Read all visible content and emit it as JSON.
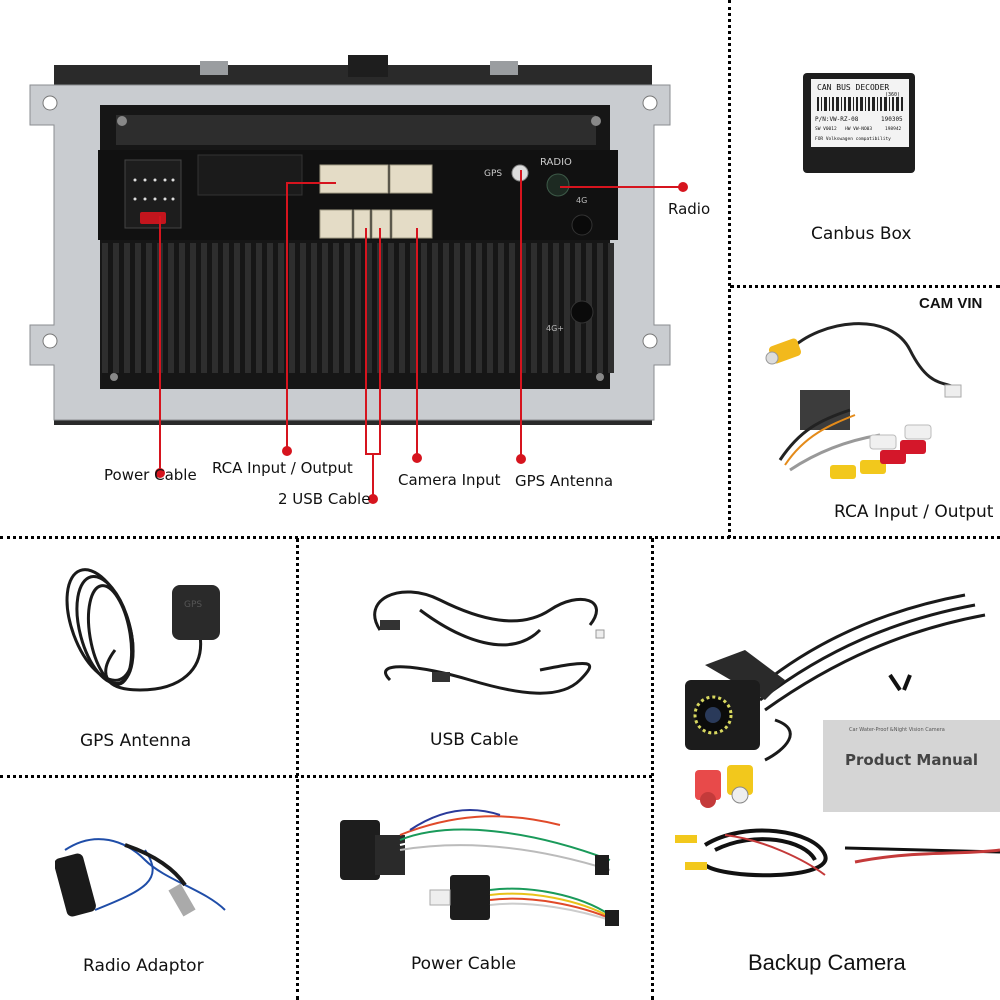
{
  "main_unit": {
    "labels": {
      "gps": "GPS",
      "radio_port": "RADIO",
      "port_4g_top": "4G",
      "port_4g_bottom": "4G+"
    },
    "callouts": [
      {
        "id": "power-cable",
        "label": "Power Cable"
      },
      {
        "id": "rca-io",
        "label": "RCA Input / Output"
      },
      {
        "id": "usb-cable",
        "label": "2 USB Cable"
      },
      {
        "id": "camera-input",
        "label": "Camera Input"
      },
      {
        "id": "gps-antenna",
        "label": "GPS Antenna"
      },
      {
        "id": "radio",
        "label": "Radio"
      }
    ],
    "callout_color": "#d6141e"
  },
  "canbus": {
    "label": "Canbus Box",
    "sticker": {
      "title": "CAN BUS DECODER",
      "subtitle": "(360)",
      "part_number": "P/N:VW-RZ-08",
      "date": "190305",
      "sw": "SW V0012",
      "hw": "HW VW-NO03",
      "serial": "198942",
      "compat": "FOR Volkswagen compatibility"
    }
  },
  "rca_panel": {
    "top_label": "CAM VIN",
    "label": "RCA Input / Output"
  },
  "gps_panel": {
    "label": "GPS Antenna",
    "module_text": "GPS"
  },
  "usb_panel": {
    "label": "USB Cable"
  },
  "camera_panel": {
    "label": "Backup Camera",
    "manual": {
      "subtitle": "Car Water-Proof &Night Vision Camera",
      "title": "Product Manual"
    }
  },
  "radio_panel": {
    "label": "Radio Adaptor"
  },
  "power_panel": {
    "label": "Power Cable"
  }
}
